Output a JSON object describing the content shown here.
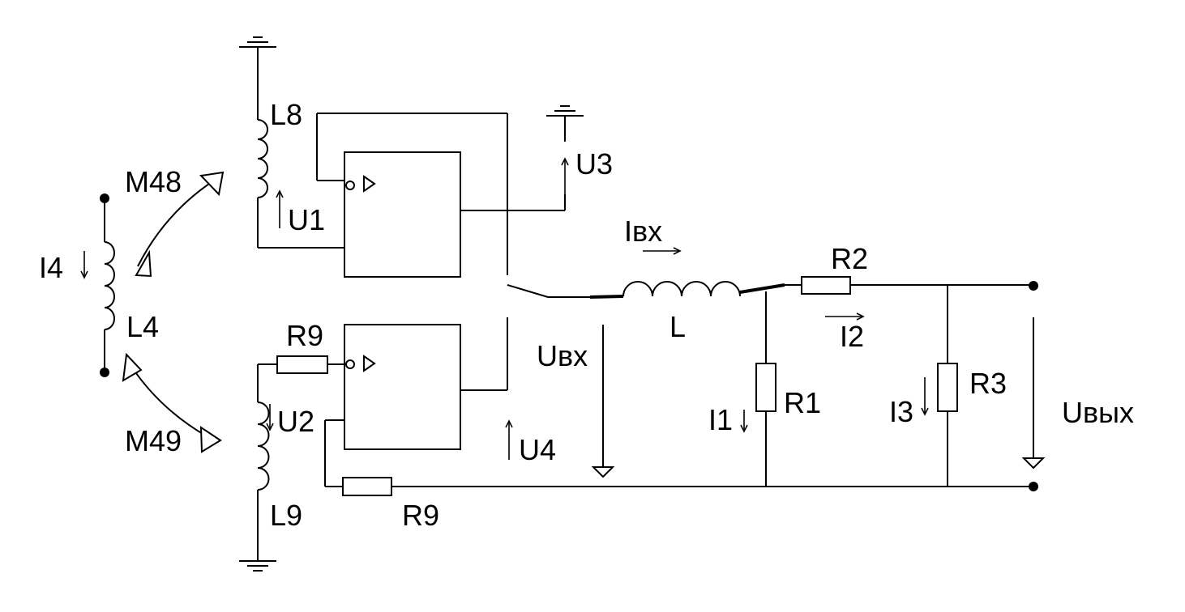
{
  "labels": {
    "L8": "L8",
    "L4": "L4",
    "L9": "L9",
    "L": "L",
    "M48": "M48",
    "M49": "M49",
    "I4": "I4",
    "U1": "U1",
    "U2": "U2",
    "U3": "U3",
    "U4": "U4",
    "Ivx": "Iвх",
    "Uvx": "Uвх",
    "Uvyx": "Uвых",
    "R1": "R1",
    "R2": "R2",
    "R3": "R3",
    "R9_top": "R9",
    "R9_bottom": "R9",
    "I1": "I1",
    "I2": "I2",
    "I3": "I3"
  }
}
